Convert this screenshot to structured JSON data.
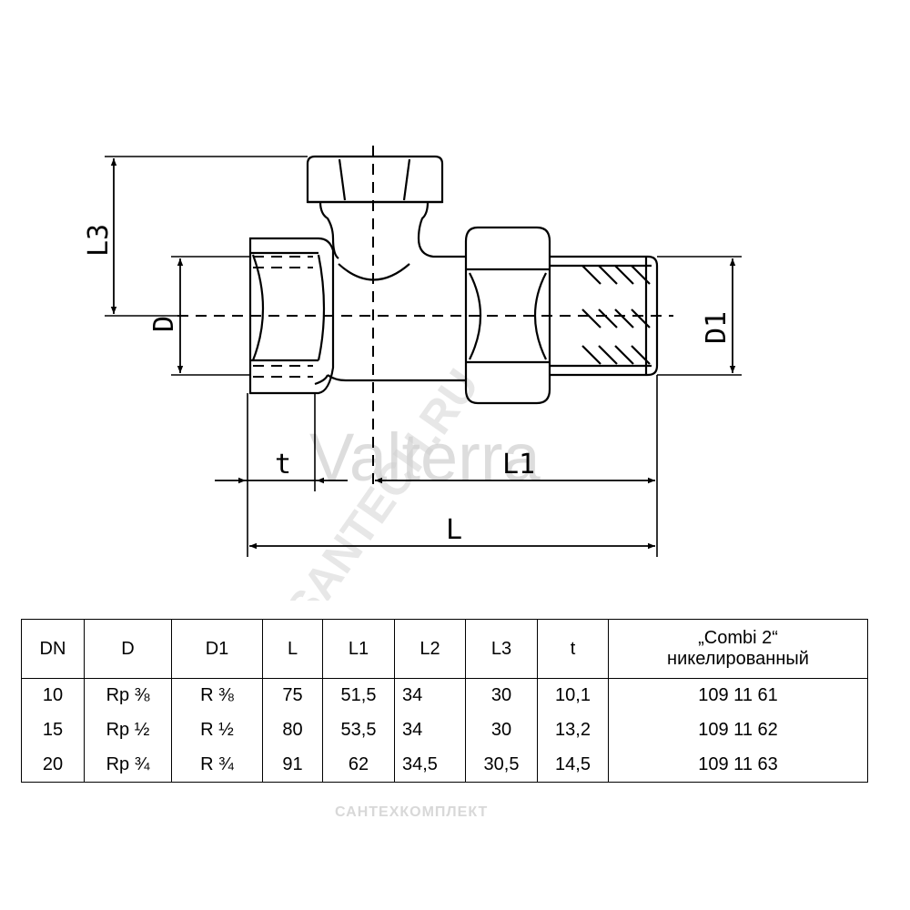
{
  "drawing": {
    "labels": {
      "L3": "L3",
      "D": "D",
      "D1": "D1",
      "t": "t",
      "L1": "L1",
      "L": "L"
    },
    "watermarks": [
      "Valterra",
      "SANTECH.RU",
      "САНТЕХКОМПЛЕКТ"
    ]
  },
  "table": {
    "headers": [
      "DN",
      "D",
      "D1",
      "L",
      "L1",
      "L2",
      "L3",
      "t",
      "„Combi 2“",
      "никелированный"
    ],
    "rows": [
      [
        "10",
        "Rp ⅜",
        "R ⅜",
        "75",
        "51,5",
        "34",
        "30",
        "10,1",
        "109 11 61"
      ],
      [
        "15",
        "Rp ½",
        "R ½",
        "80",
        "53,5",
        "34",
        "30",
        "13,2",
        "109 11 62"
      ],
      [
        "20",
        "Rp ¾",
        "R ¾",
        "91",
        "62",
        "34,5",
        "30,5",
        "14,5",
        "109 11 63"
      ]
    ]
  }
}
